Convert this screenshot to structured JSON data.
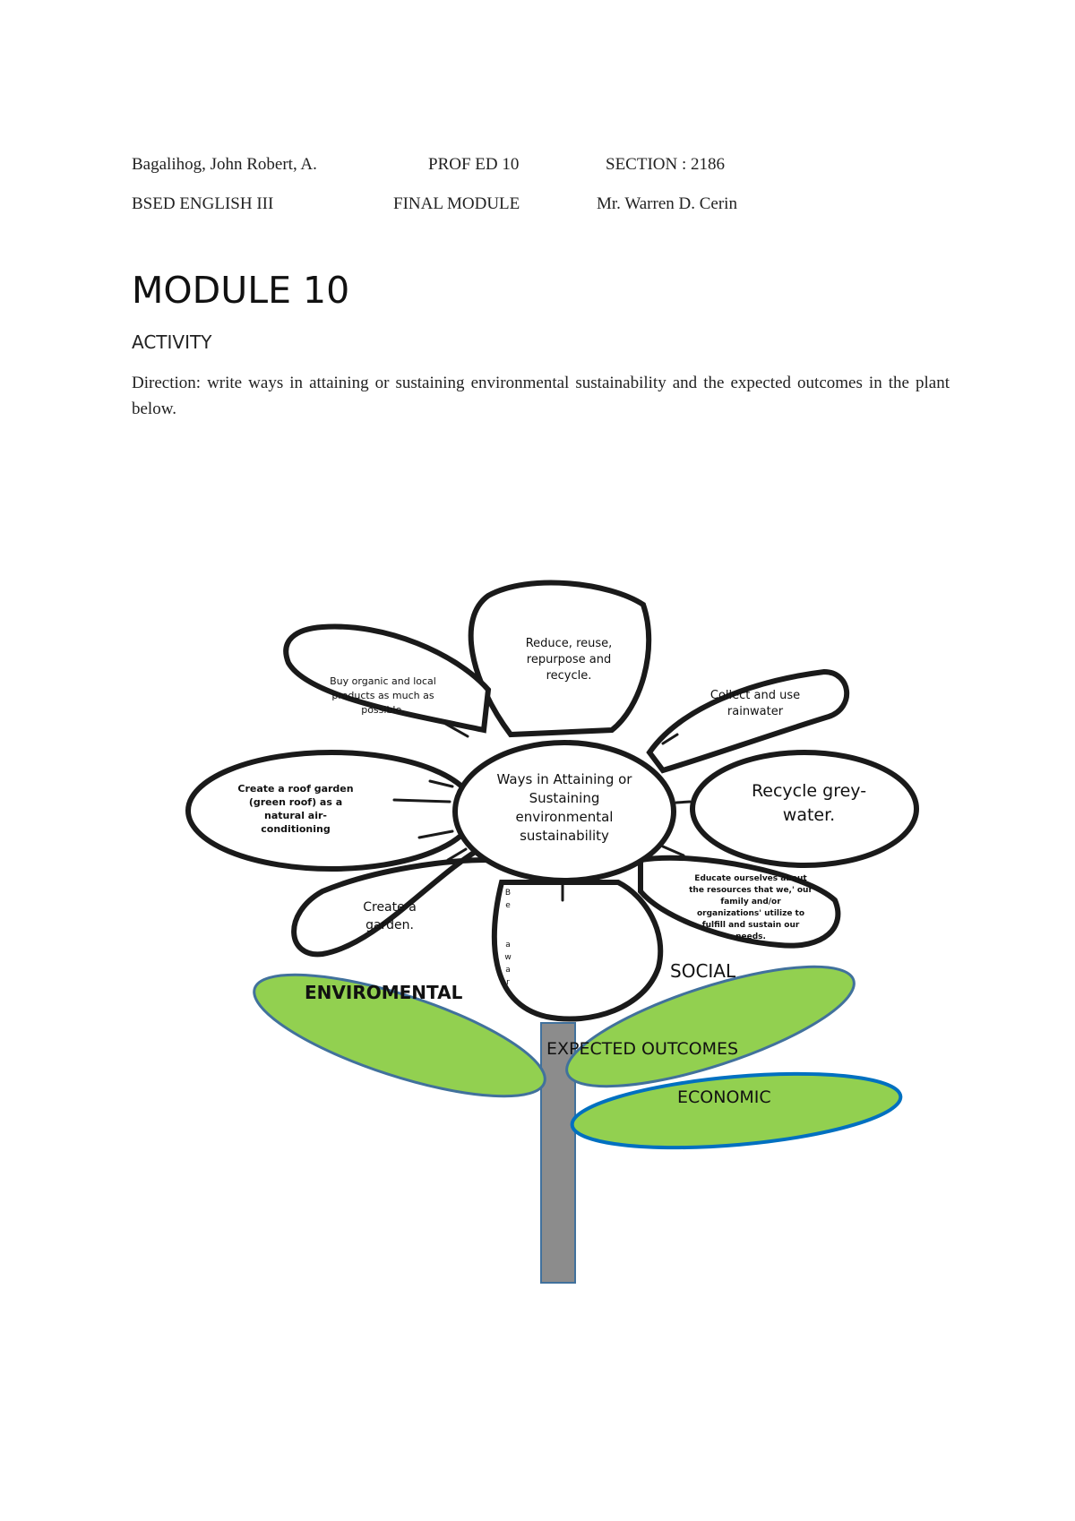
{
  "header": {
    "row1": {
      "name": "Bagalihog, John Robert, A.",
      "course": "PROF ED 10",
      "section": "SECTION : 2186"
    },
    "row2": {
      "program": "BSED ENGLISH III",
      "module": "FINAL MODULE",
      "instructor": "Mr. Warren D. Cerin"
    }
  },
  "title": "MODULE 10",
  "activity": "ACTIVITY",
  "direction": "Direction: write ways in attaining or sustaining environmental sustainability and the expected outcomes in the plant below.",
  "flower": {
    "center": "Ways in Attaining or Sustaining environmental sustainability",
    "petals": {
      "top": "Reduce, reuse, repurpose and recycle.",
      "top_left": "Buy organic and local products as much as possible.",
      "top_right": "Collect and use rainwater",
      "left": "Create a roof garden (green roof) as a natural air-conditioning",
      "right": "Recycle grey-water.",
      "bottom_left": "Create a garden.",
      "bottom_right": "Educate ourselves about the resources that we,' our family and/or organizations' utilize to fulfill and sustain our needs.",
      "bottom_fragment_1": "B e",
      "bottom_fragment_2": "a w a r"
    },
    "leaves": {
      "left": "ENVIROMENTAL",
      "top_right": "SOCIAL",
      "stem_label": "EXPECTED OUTCOMES",
      "bottom_right": "ECONOMIC"
    },
    "colors": {
      "leaf": "#92d050",
      "leaf_stroke": "#41719c",
      "leaf_stroke_bright": "#0070c0",
      "stem": "#8c8c8c",
      "outline": "#1a1a1a"
    }
  }
}
